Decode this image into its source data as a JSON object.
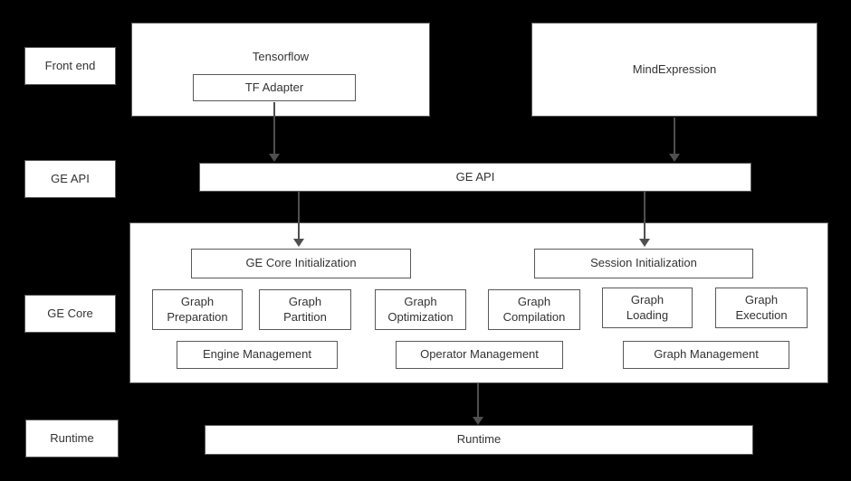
{
  "colors": {
    "background": "#000000",
    "box_fill": "#ffffff",
    "box_border": "#595959",
    "text": "#333333",
    "arrow": "#4f4f4f"
  },
  "row_labels": {
    "front_end": "Front end",
    "ge_api": "GE API",
    "ge_core": "GE Core",
    "runtime": "Runtime"
  },
  "front_end": {
    "tensorflow_title": "Tensorflow",
    "tf_adapter": "TF Adapter",
    "mindexpression": "MindExpression"
  },
  "ge_api_bar": "GE API",
  "ge_core": {
    "ge_core_initialization": "GE Core Initialization",
    "session_initialization": "Session Initialization",
    "modules": [
      "Graph Preparation",
      "Graph Partition",
      "Graph Optimization",
      "Graph Compilation",
      "Graph Loading",
      "Graph Execution"
    ],
    "management": [
      "Engine Management",
      "Operator Management",
      "Graph Management"
    ]
  },
  "runtime_bar": "Runtime"
}
